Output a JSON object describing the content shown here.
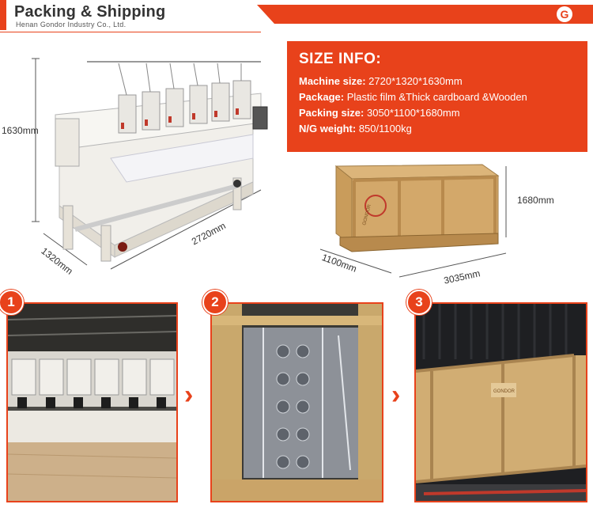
{
  "header": {
    "title": "Packing & Shipping",
    "subtitle": "Henan Gondor Industry Co., Ltd.",
    "logo_letter": "G"
  },
  "size_info": {
    "title": "SIZE INFO:",
    "rows": [
      {
        "label": "Machine size:",
        "value": " 2720*1320*1630mm"
      },
      {
        "label": "Package:",
        "value": " Plastic film &Thick cardboard &Wooden"
      },
      {
        "label": "Packing size:",
        "value": " 3050*1100*1680mm"
      },
      {
        "label": "N/G weight:",
        "value": "  850/1100kg"
      }
    ]
  },
  "machine_dims": {
    "height": "1630mm",
    "depth": "1320mm",
    "width": "2720mm"
  },
  "crate_dims": {
    "height": "1680mm",
    "depth": "1100mm",
    "width": "3035mm"
  },
  "steps": [
    {
      "number": "1"
    },
    {
      "number": "2"
    },
    {
      "number": "3"
    }
  ],
  "arrow_glyph": "›",
  "crate_label": "GONDOR",
  "colors": {
    "accent": "#e8421b",
    "wood": "#d3a86a"
  }
}
